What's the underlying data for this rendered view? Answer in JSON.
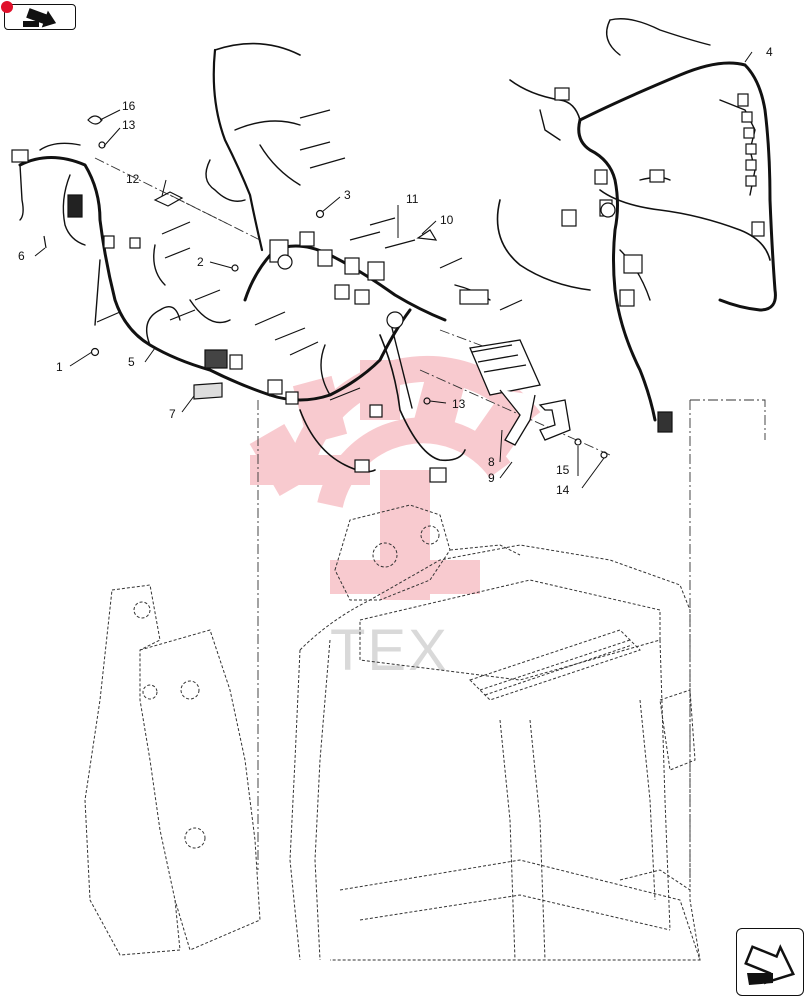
{
  "watermark": {
    "text": "TEX"
  },
  "callouts": [
    {
      "id": "c1",
      "label": "1"
    },
    {
      "id": "c2",
      "label": "2"
    },
    {
      "id": "c3",
      "label": "3"
    },
    {
      "id": "c4",
      "label": "4"
    },
    {
      "id": "c5",
      "label": "5"
    },
    {
      "id": "c6",
      "label": "6"
    },
    {
      "id": "c7",
      "label": "7"
    },
    {
      "id": "c8",
      "label": "8"
    },
    {
      "id": "c9",
      "label": "9"
    },
    {
      "id": "c10",
      "label": "10"
    },
    {
      "id": "c11",
      "label": "11"
    },
    {
      "id": "c12",
      "label": "12"
    },
    {
      "id": "c13a",
      "label": "13"
    },
    {
      "id": "c13b",
      "label": "13"
    },
    {
      "id": "c14",
      "label": "14"
    },
    {
      "id": "c15",
      "label": "15"
    },
    {
      "id": "c16",
      "label": "16"
    }
  ],
  "icons": {
    "top_left": "previous-page-arrow-icon",
    "bottom_right": "next-page-arrow-icon"
  },
  "colors": {
    "marker": "#e0102b",
    "watermark": "#f4a0a8",
    "ink": "#111111"
  }
}
